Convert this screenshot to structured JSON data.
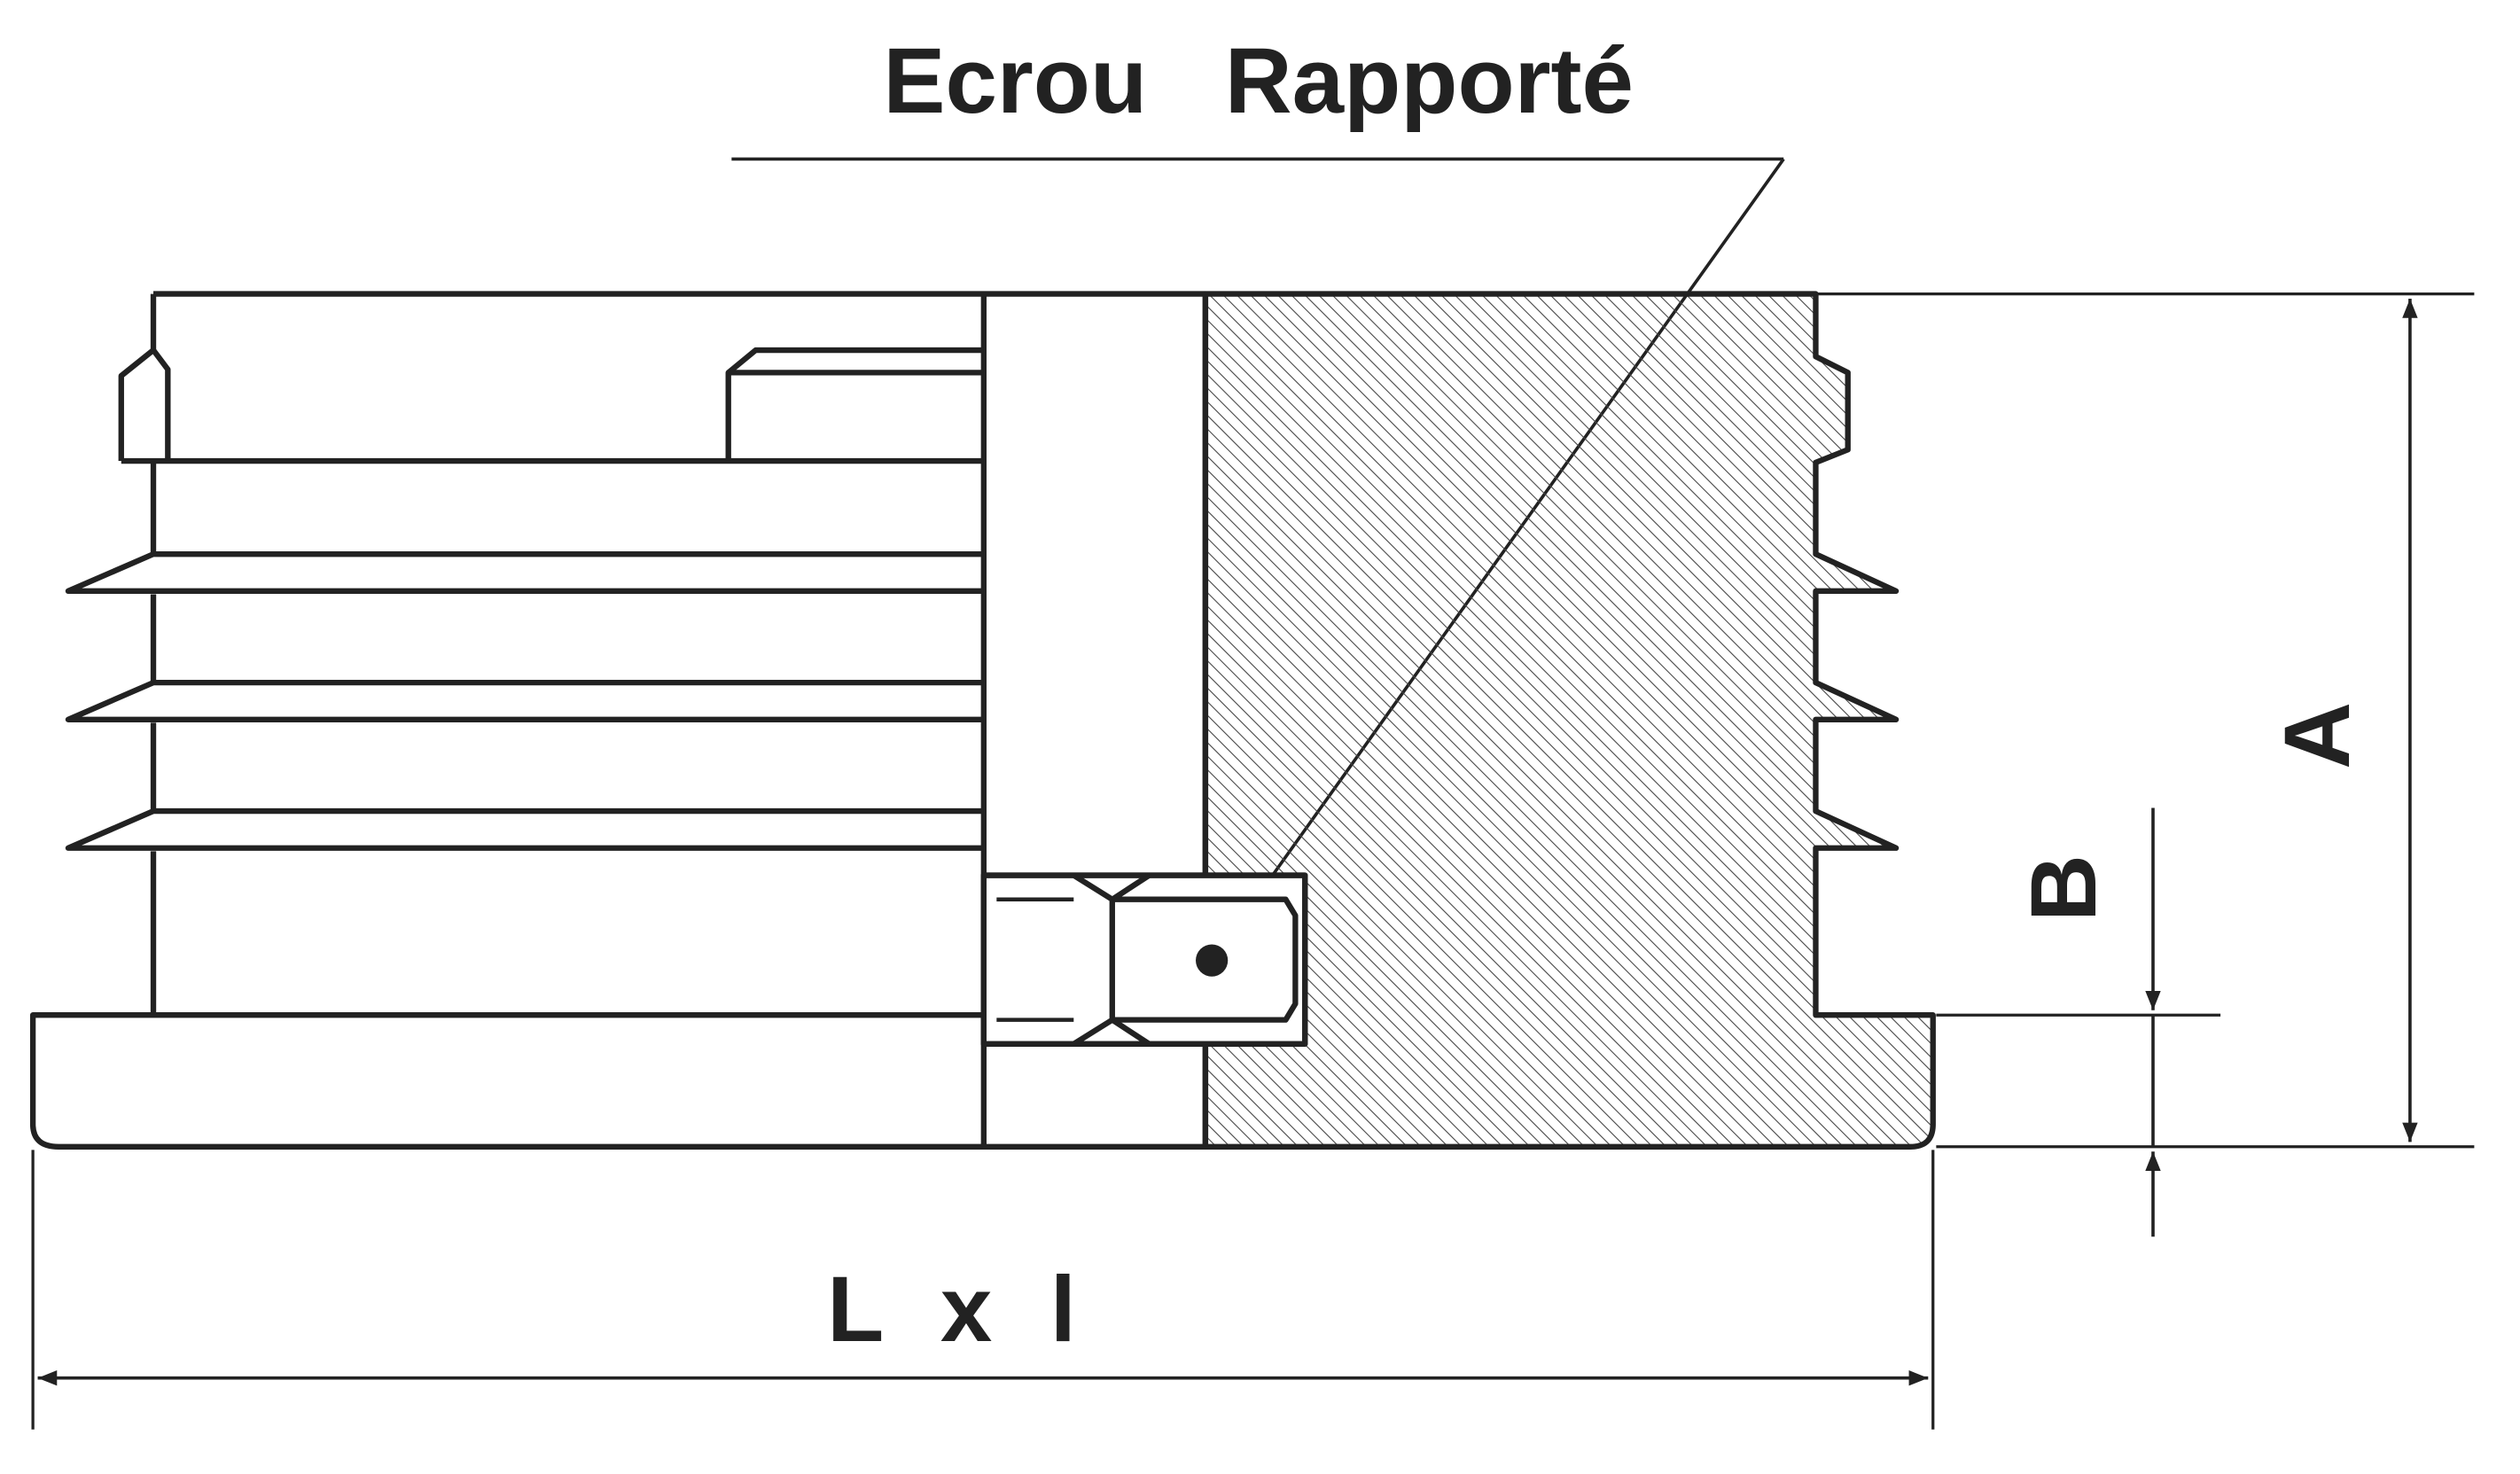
{
  "title": "Ecrou   Rapporté",
  "dimensions": {
    "height_label": "A",
    "base_label": "B",
    "size_label": "L x l"
  },
  "colors": {
    "ink": "#222222",
    "background": "#ffffff",
    "hatch": "#333333"
  }
}
